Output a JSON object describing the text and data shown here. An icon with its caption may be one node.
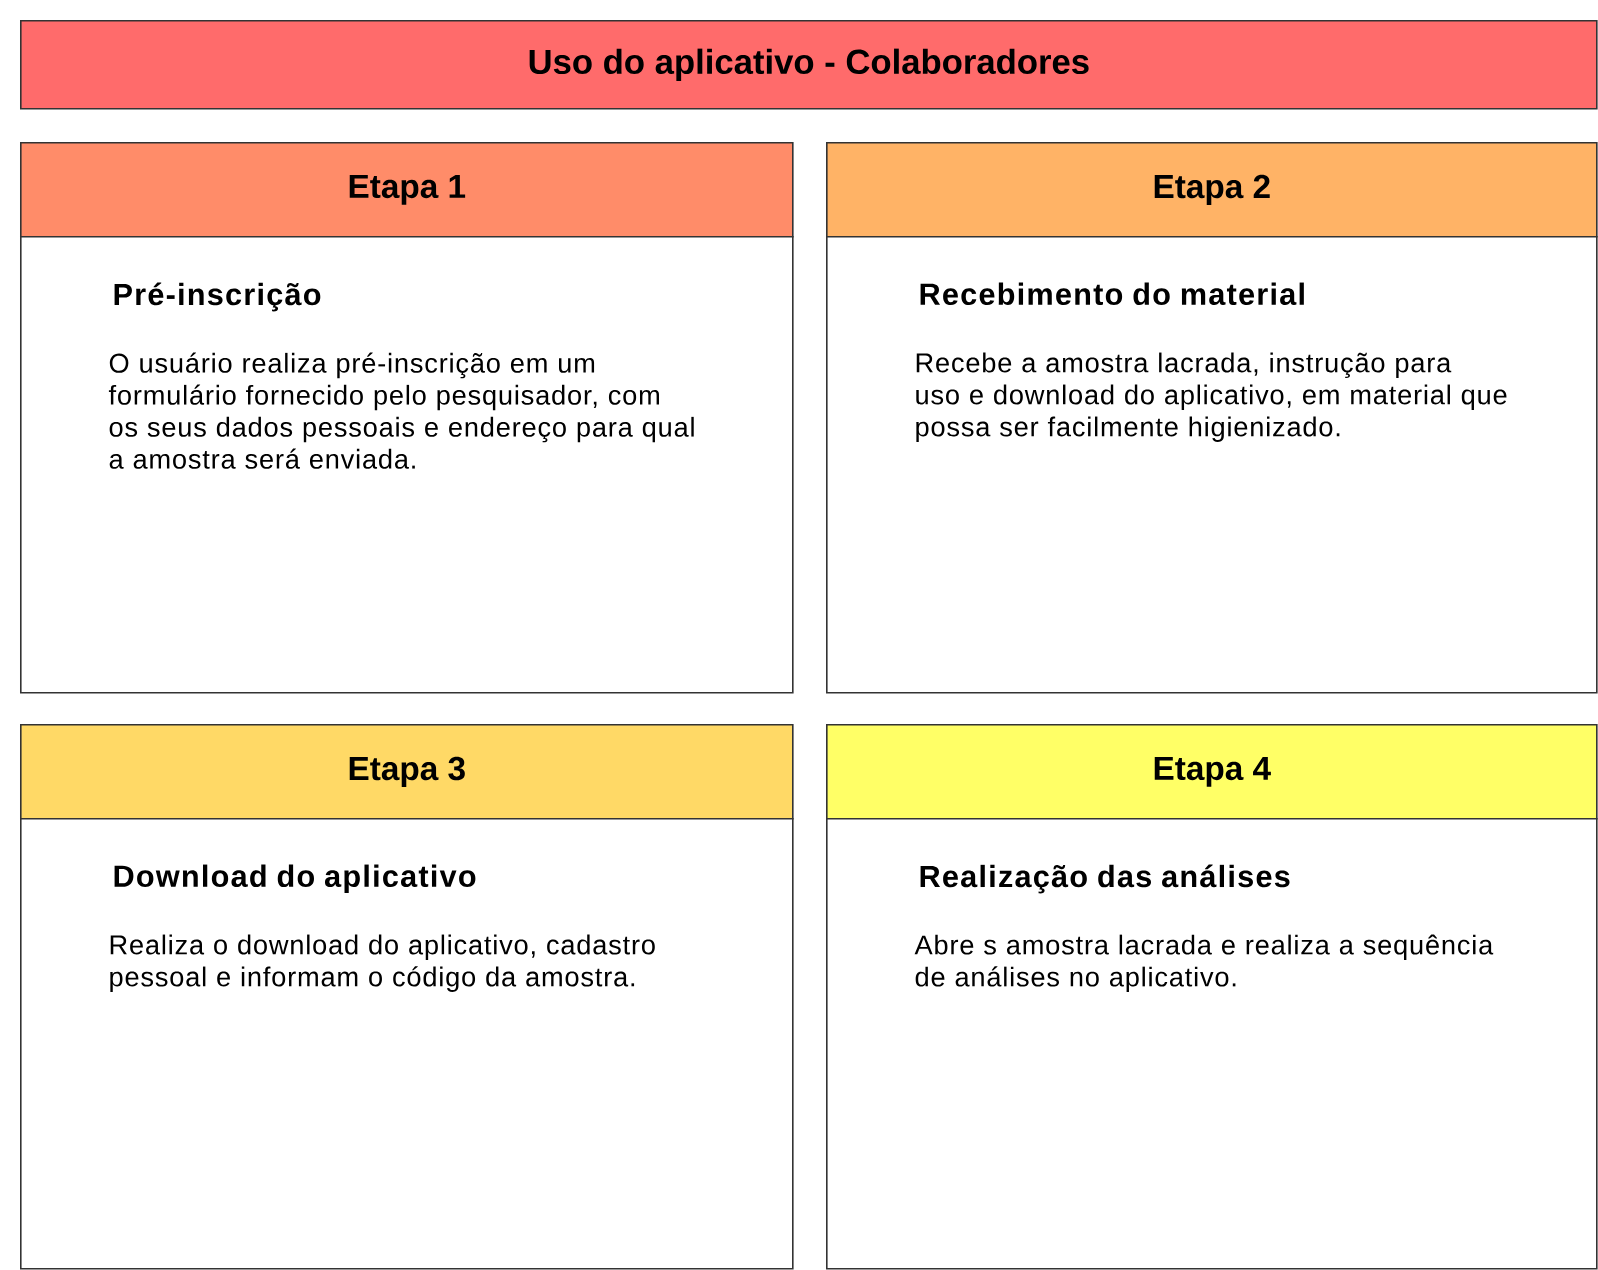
{
  "diagram": {
    "nodes": [
      {
        "text": [
          "Uso do aplicativo - Colaboradores"
        ]
      },
      {
        "text": [
          "Etapa 1"
        ]
      },
      {
        "text": [
          "Pré-inscrição",
          "O usuário realiza pré-inscrição em um formulário fornecido pelo pesquisador, com os seus dados pessoais e endereço para qual a amostra será enviada."
        ]
      },
      {
        "text": [
          "Etapa 2"
        ]
      },
      {
        "text": [
          "Recebimento do material",
          "Recebe a amostra lacrada, instrução para uso e download do aplicativo, em material que possa ser facilmente higienizado."
        ]
      },
      {
        "text": [
          "Etapa 3"
        ]
      },
      {
        "text": [
          "Download do aplicativo",
          "Realiza o download do aplicativo, cadastro pessoal e informam o código da amostra."
        ]
      },
      {
        "text": [
          "Etapa 4"
        ]
      },
      {
        "text": [
          "Realização das análises",
          "Abre s amostra lacrada e realiza a sequência de análises no aplicativo."
        ]
      }
    ]
  }
}
